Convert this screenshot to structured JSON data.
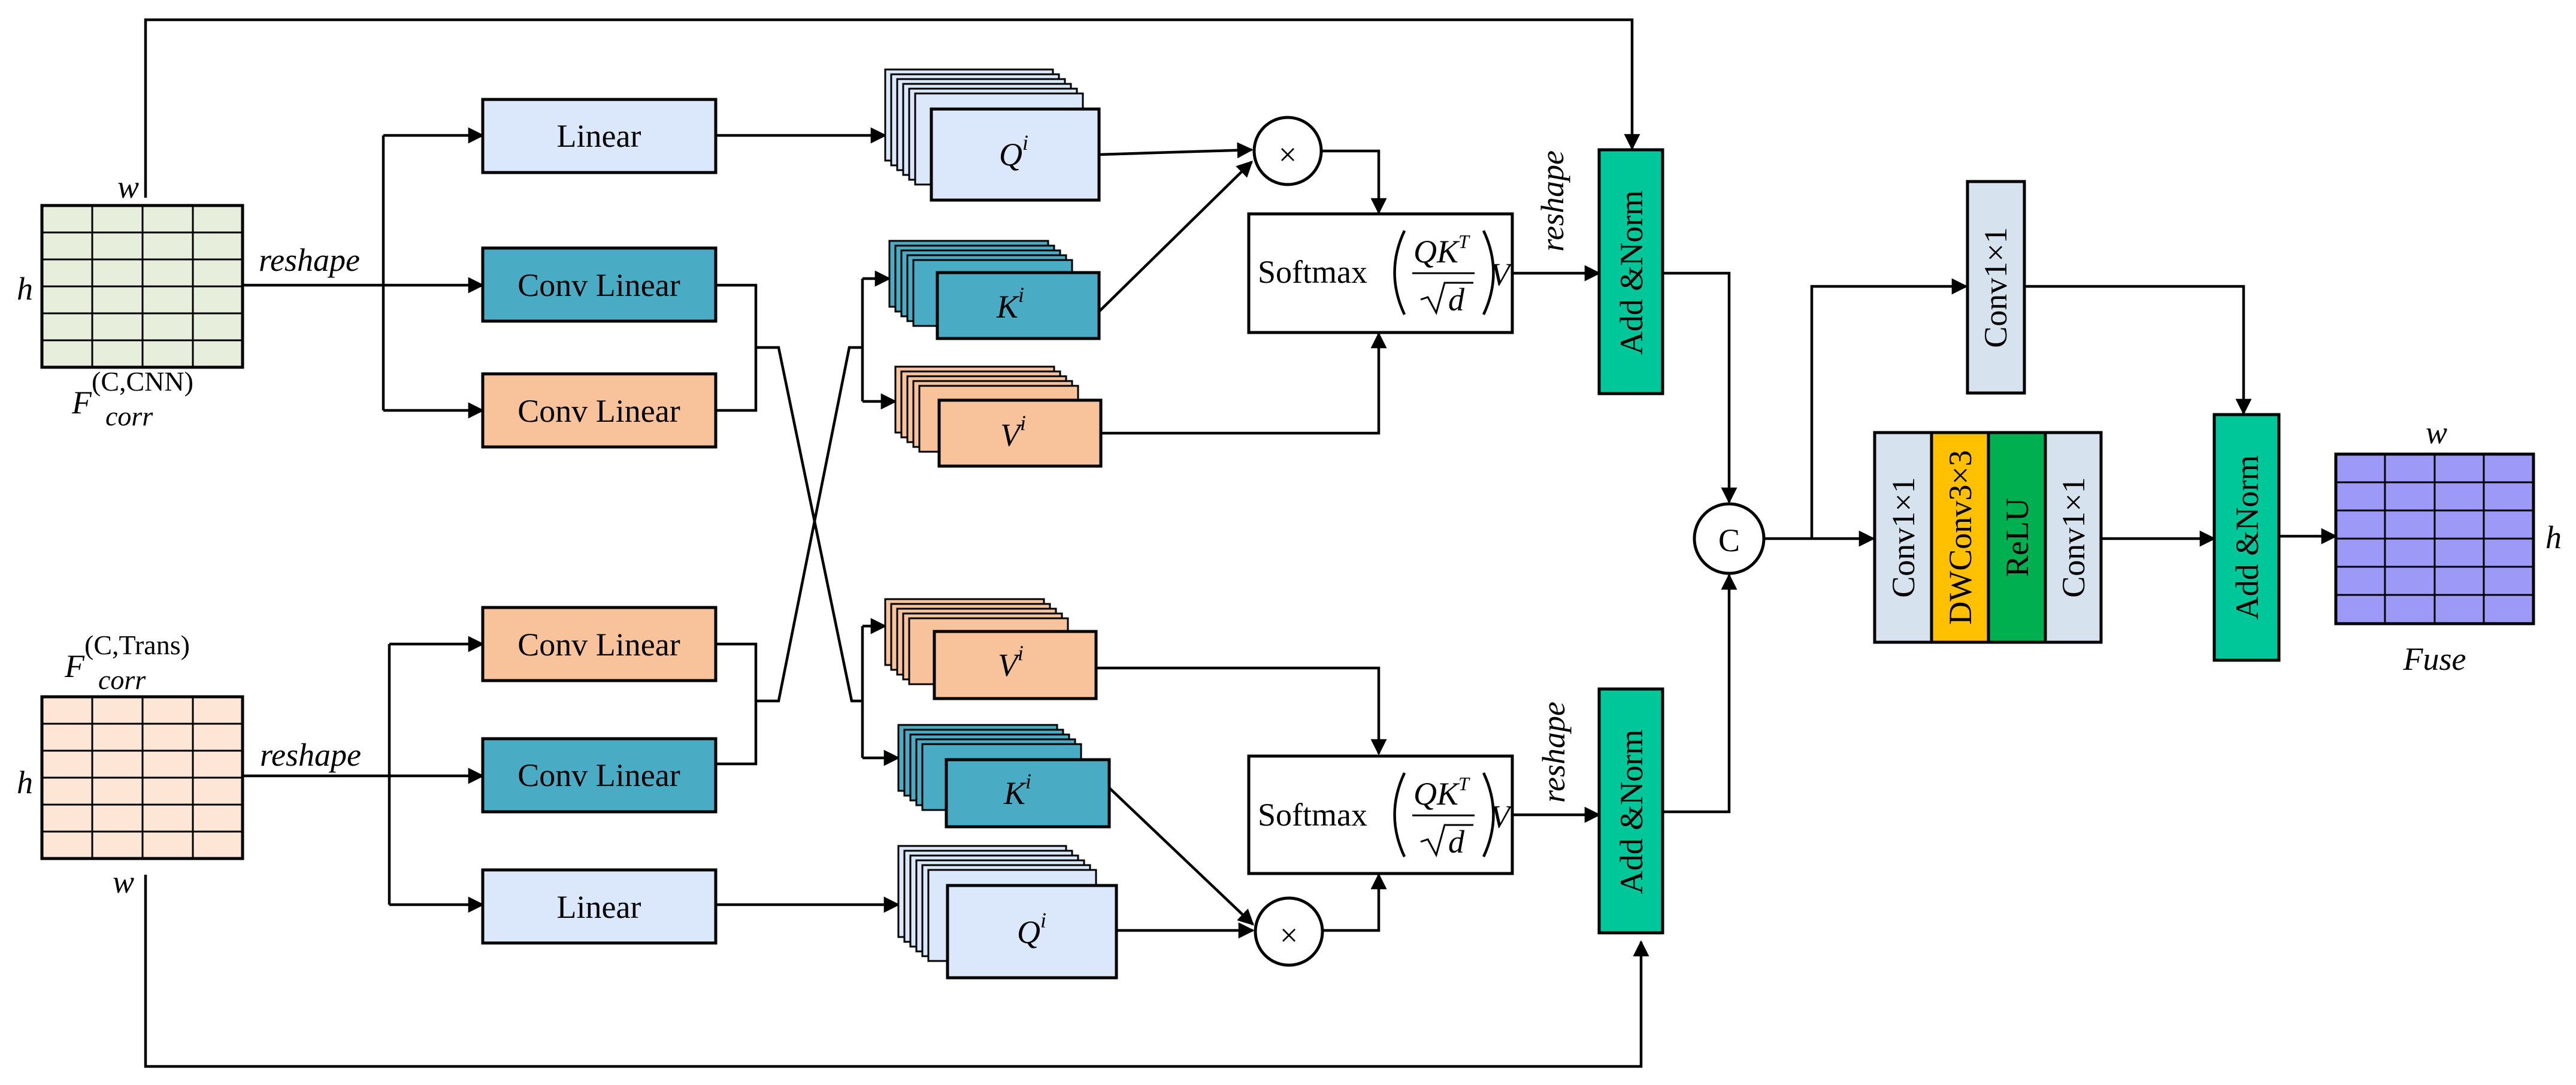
{
  "colors": {
    "linear_fill": "#dbe8fb",
    "conv_linear_cyan": "#4aabc5",
    "conv_linear_orange": "#f8c39b",
    "add_norm": "#00c79a",
    "grid_cnn": "#e7eedb",
    "grid_trans": "#fde6d6",
    "grid_fuse": "#9c9af6",
    "conv1x1": "#d6e2ee",
    "dwconv": "#ffc000",
    "relu": "#00b050"
  },
  "inputs": {
    "cnn": {
      "w": "w",
      "h": "h",
      "reshape": "reshape",
      "label_main": "F",
      "label_sup": "(C,CNN)",
      "label_sub": "corr"
    },
    "trans": {
      "w": "w",
      "h": "h",
      "reshape": "reshape",
      "label_main": "F",
      "label_sup": "(C,Trans)",
      "label_sub": "corr"
    }
  },
  "top_branch": {
    "linear": "Linear",
    "conv_linear_1": "Conv Linear",
    "conv_linear_2": "Conv Linear",
    "q": {
      "main": "Q",
      "sup": "i"
    },
    "k": {
      "main": "K",
      "sup": "i"
    },
    "v": {
      "main": "V",
      "sup": "i"
    },
    "multiply": "×",
    "softmax": "Softmax",
    "formula": {
      "qk": "QK",
      "t": "T",
      "d": "d",
      "v": "V"
    },
    "reshape": "reshape",
    "add_norm": "Add &Norm"
  },
  "bottom_branch": {
    "conv_linear_1": "Conv Linear",
    "conv_linear_2": "Conv Linear",
    "linear": "Linear",
    "v": {
      "main": "V",
      "sup": "i"
    },
    "k": {
      "main": "K",
      "sup": "i"
    },
    "q": {
      "main": "Q",
      "sup": "i"
    },
    "multiply": "×",
    "softmax": "Softmax",
    "formula": {
      "qk": "QK",
      "t": "T",
      "d": "d",
      "v": "V"
    },
    "reshape": "reshape",
    "add_norm": "Add &Norm"
  },
  "fusion": {
    "concat": "C",
    "conv1x1_top": "Conv1×1",
    "conv1x1_a": "Conv1×1",
    "dwconv": "DWConv3×3",
    "relu": "ReLU",
    "conv1x1_b": "Conv1×1",
    "add_norm": "Add &Norm"
  },
  "output": {
    "w": "w",
    "h": "h",
    "label": "Fuse"
  }
}
